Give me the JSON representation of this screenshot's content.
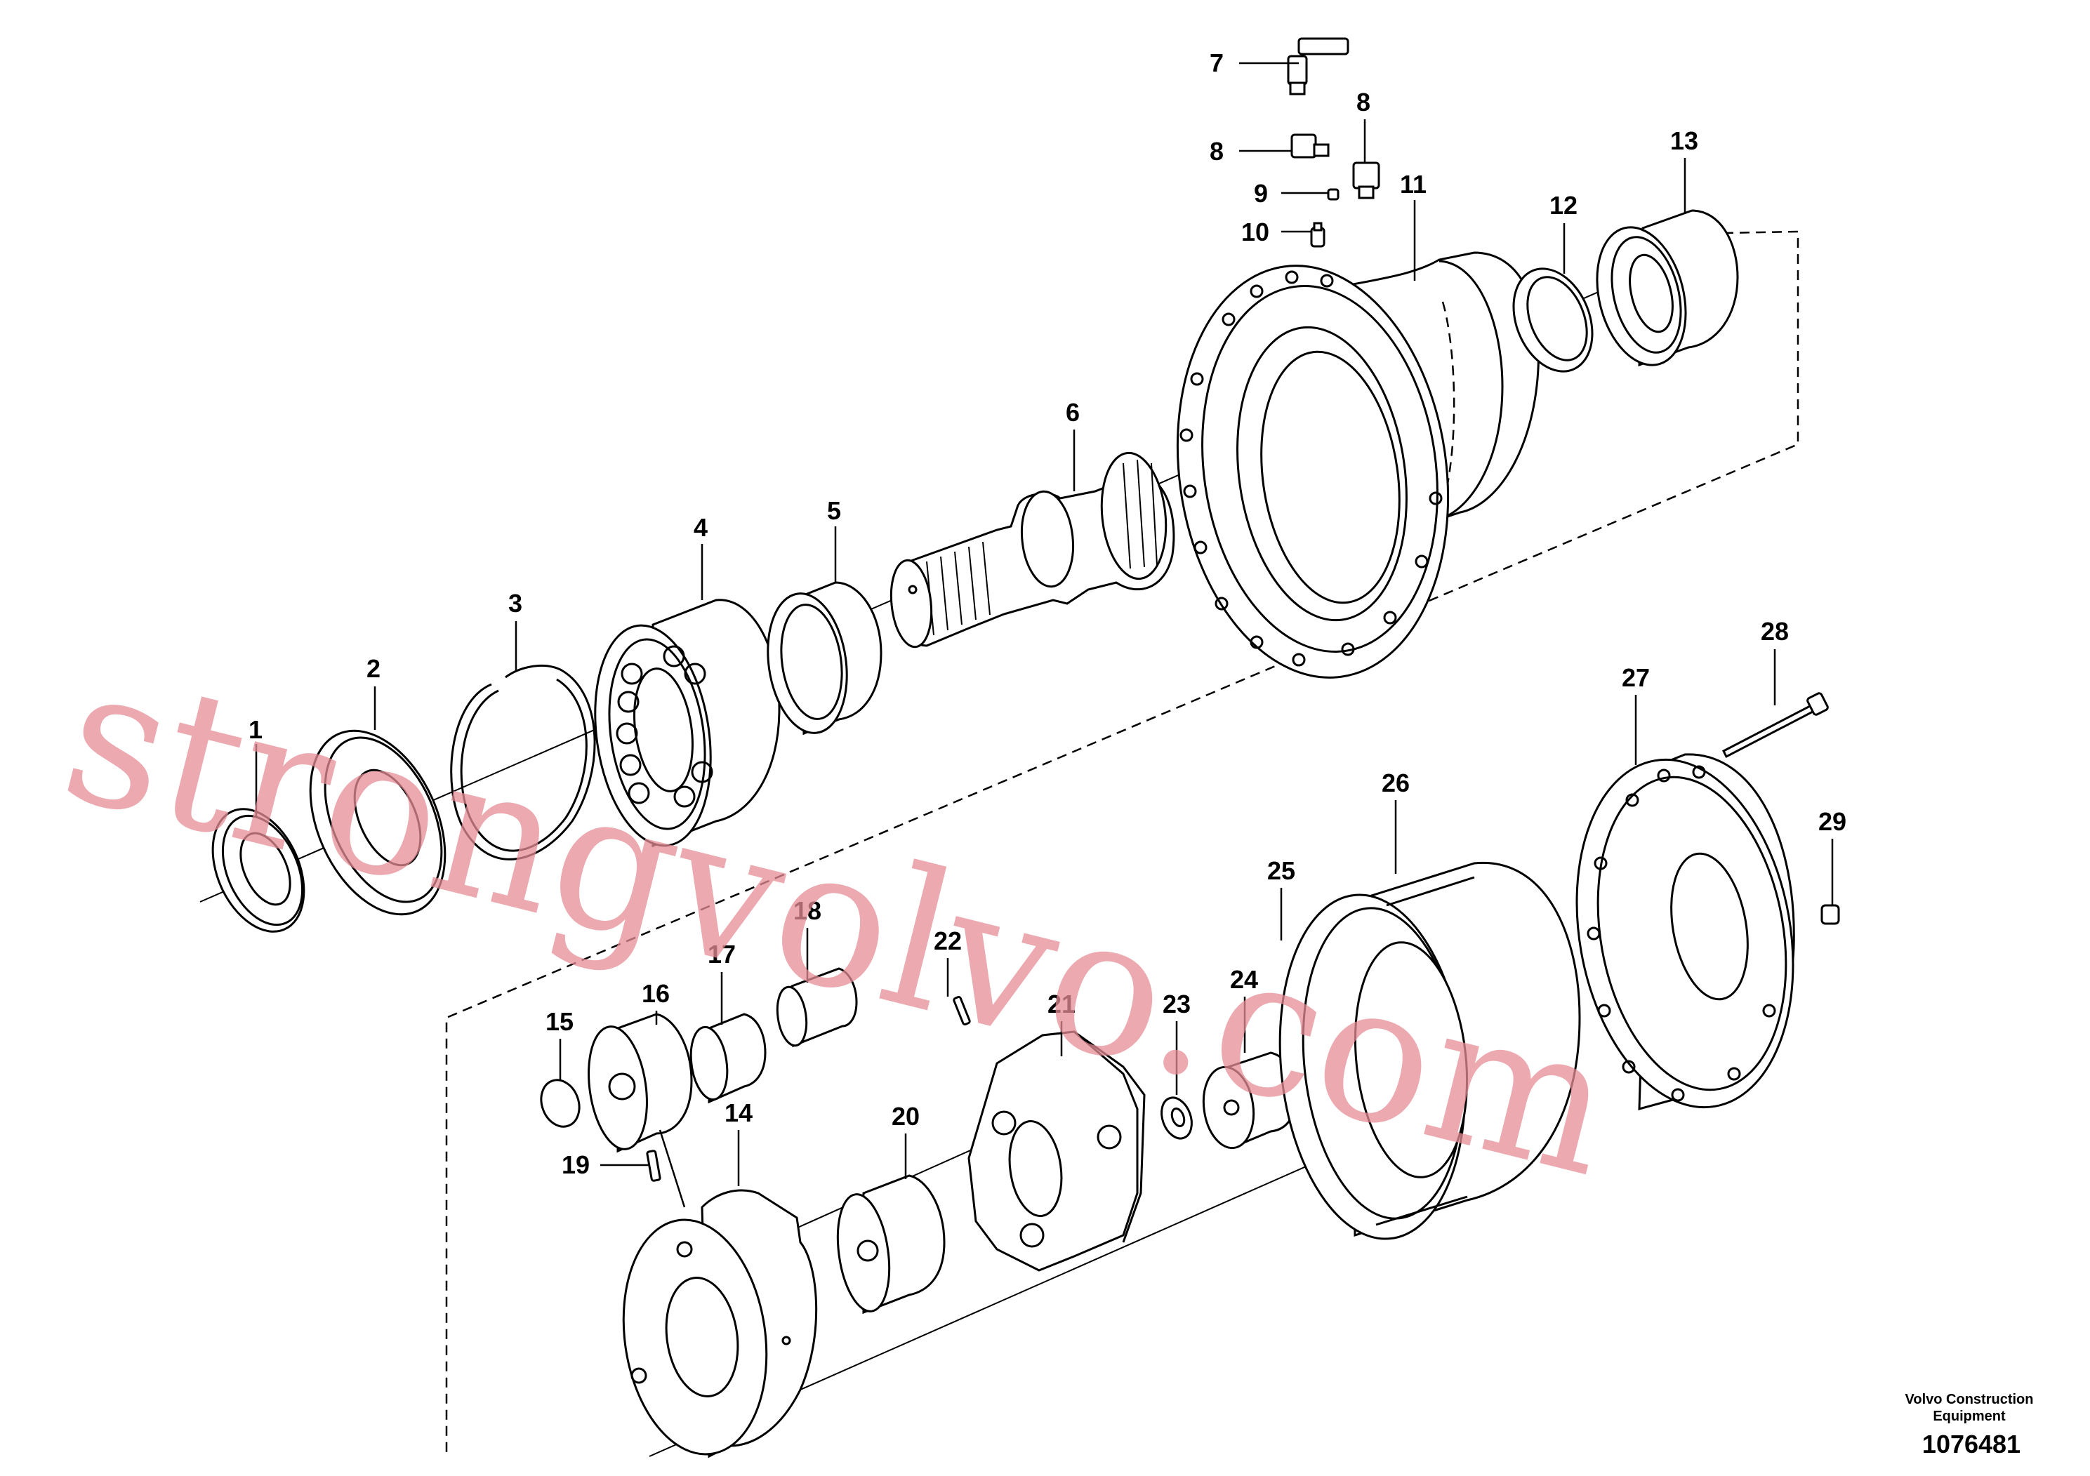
{
  "diagram": {
    "part_numbers": [
      "1",
      "2",
      "3",
      "4",
      "5",
      "6",
      "7",
      "8",
      "8",
      "9",
      "10",
      "11",
      "12",
      "13",
      "14",
      "15",
      "16",
      "17",
      "18",
      "19",
      "20",
      "21",
      "22",
      "23",
      "24",
      "25",
      "26",
      "27",
      "28",
      "29"
    ],
    "footer": {
      "company_line1": "Volvo Construction",
      "company_line2": "Equipment",
      "drawing_number": "1076481"
    },
    "watermark": "strongvolvo.com"
  }
}
